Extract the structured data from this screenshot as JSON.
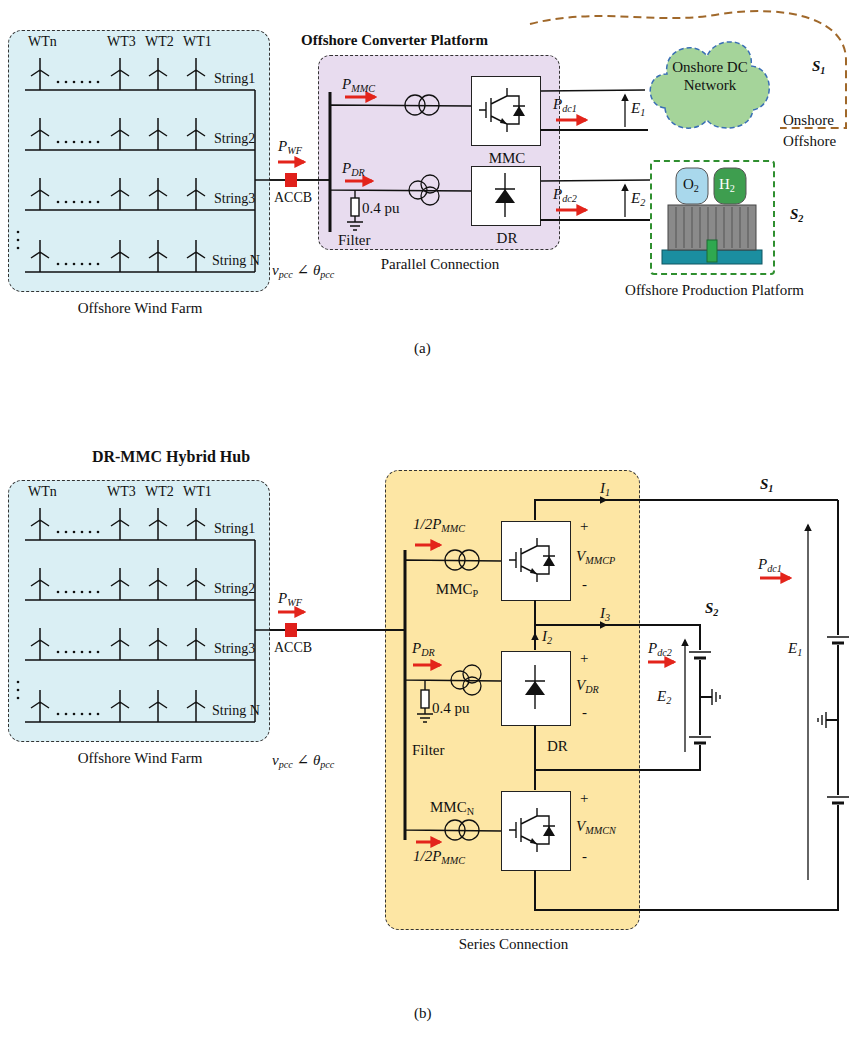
{
  "diagram": {
    "nodes": [
      {
        "text": [
          "Offshore Wind Farm"
        ]
      },
      {
        "text": [
          "Offshore Converter Platform",
          "Parallel Connection"
        ]
      },
      {
        "text": [
          "MMC"
        ],
        "in": 1
      },
      {
        "text": [
          "DR"
        ],
        "in": 1
      },
      {
        "text": [
          "Onshore DC Network"
        ]
      },
      {
        "text": [
          "Offshore Production Platform"
        ]
      },
      {
        "text": [
          "Offshore Wind Farm"
        ]
      },
      {
        "text": [
          "DR-MMC Hybrid Hub",
          "Series Connection"
        ]
      },
      {
        "text": [
          "MMCP"
        ],
        "in": 7
      },
      {
        "text": [
          "DR"
        ],
        "in": 7
      },
      {
        "text": [
          "MMCN"
        ],
        "in": 7
      }
    ],
    "edges": [
      {
        "from": 0,
        "to": 2,
        "arrow": "none"
      },
      {
        "from": 0,
        "to": 3,
        "arrow": "none"
      },
      {
        "from": 2,
        "to": 4,
        "arrow": "none"
      },
      {
        "from": 3,
        "to": 5,
        "arrow": "none"
      },
      {
        "from": 6,
        "to": 8,
        "arrow": "none"
      },
      {
        "from": 6,
        "to": 9,
        "arrow": "none"
      },
      {
        "from": 6,
        "to": 10,
        "arrow": "none"
      }
    ],
    "labels": [
      "WTn",
      "WT3",
      "WT2",
      "WT1",
      "String1",
      "String2",
      "String3",
      "String N",
      "PWF",
      "ACCB",
      "vpcc ∠ θpcc",
      "PMMC",
      "PDR",
      "0.4 pu",
      "Filter",
      "Pdc1",
      "E1",
      "S1",
      "Onshore",
      "Offshore",
      "Pdc2",
      "E2",
      "S2",
      "O2",
      "H2",
      "(a)",
      "WTn",
      "WT3",
      "WT2",
      "WT1",
      "String1",
      "String2",
      "String3",
      "String N",
      "PWF",
      "ACCB",
      "vpcc ∠ θpcc",
      "1/2PMMC",
      "PDR",
      "0.4 pu",
      "Filter",
      "I1",
      "+",
      "VMMCP",
      "-",
      "I3",
      "I2",
      "+",
      "VDR",
      "-",
      "+",
      "VMMCN",
      "-",
      "1/2PMMC",
      "S1",
      "Pdc1",
      "S2",
      "Pdc2",
      "E2",
      "E1",
      "(b)"
    ]
  }
}
